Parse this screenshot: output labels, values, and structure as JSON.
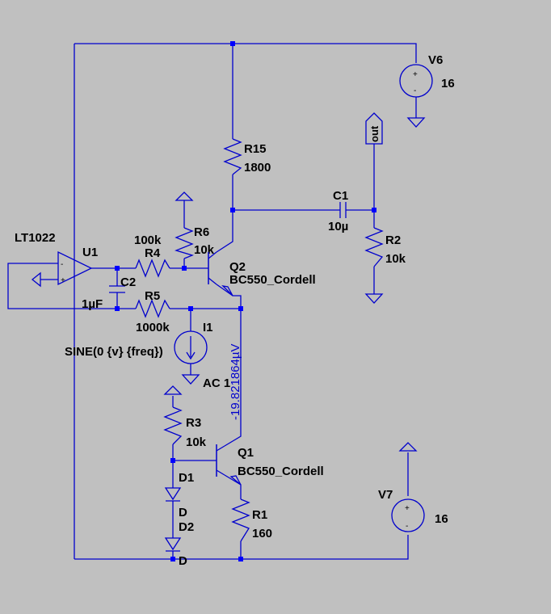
{
  "colors": {
    "background": "#c0c0c0",
    "wire": "#0000cc",
    "junction": "#0000ff",
    "text": "#000000",
    "probe_text": "#0000cc"
  },
  "components": {
    "u1": {
      "ref": "U1",
      "part": "LT1022",
      "plus": "+",
      "minus": "-"
    },
    "v6": {
      "ref": "V6",
      "value": "16",
      "plus": "+",
      "minus": "-"
    },
    "v7": {
      "ref": "V7",
      "value": "16",
      "plus": "+",
      "minus": "-"
    },
    "r15": {
      "ref": "R15",
      "value": "1800"
    },
    "c1": {
      "ref": "C1",
      "value": "10µ"
    },
    "r2": {
      "ref": "R2",
      "value": "10k"
    },
    "r4": {
      "ref": "R4",
      "value": "100k"
    },
    "r6": {
      "ref": "R6",
      "value": "10k"
    },
    "q2": {
      "ref": "Q2",
      "model": "BC550_Cordell"
    },
    "c2": {
      "ref": "C2",
      "value": "1µF"
    },
    "r5": {
      "ref": "R5",
      "value": "1000k"
    },
    "i1": {
      "ref": "I1",
      "value": "SINE(0 {v} {freq})",
      "ac": "AC 1"
    },
    "r3": {
      "ref": "R3",
      "value": "10k"
    },
    "q1": {
      "ref": "Q1",
      "model": "BC550_Cordell"
    },
    "d1": {
      "ref": "D1",
      "value": "D"
    },
    "d2": {
      "ref": "D2",
      "value": "D"
    },
    "r1": {
      "ref": "R1",
      "value": "160"
    }
  },
  "net_label": {
    "out": "out"
  },
  "probe_reading": "-19.821864µV"
}
